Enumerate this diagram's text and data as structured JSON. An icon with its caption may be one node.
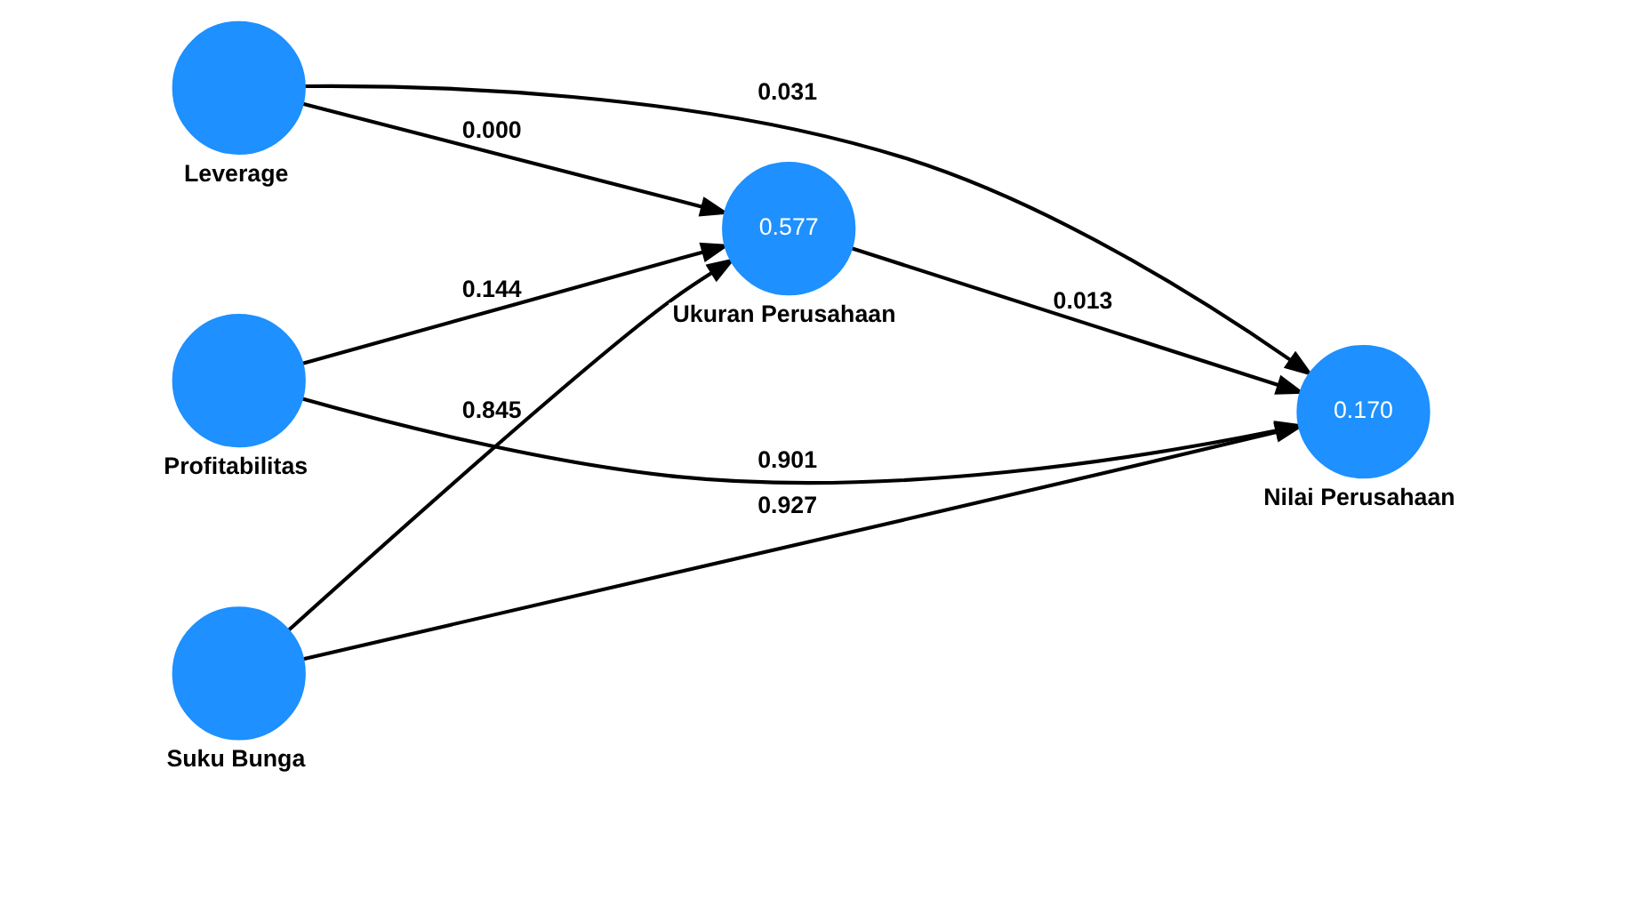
{
  "diagram": {
    "nodes": [
      {
        "text": [],
        "shape": "circle",
        "beside": [
          "Leverage"
        ]
      },
      {
        "text": [],
        "shape": "circle",
        "beside": [
          "Profitabilitas"
        ]
      },
      {
        "text": [],
        "shape": "circle",
        "beside": [
          "Suku Bunga"
        ]
      },
      {
        "text": [
          "0.577"
        ],
        "beside": [
          "Ukuran Perusahaan"
        ]
      },
      {
        "text": [
          "0.170"
        ],
        "beside": [
          "Nilai Perusahaan"
        ]
      }
    ],
    "edges": [
      {
        "from": 0,
        "to": 3,
        "arrow": "to",
        "label": "0.000"
      },
      {
        "from": 0,
        "to": 4,
        "arrow": "to",
        "label": "0.031"
      },
      {
        "from": 1,
        "to": 3,
        "arrow": "to",
        "label": "0.144"
      },
      {
        "from": 1,
        "to": 4,
        "arrow": "to",
        "label": "0.901"
      },
      {
        "from": 2,
        "to": 3,
        "arrow": "to",
        "label": "0.845"
      },
      {
        "from": 2,
        "to": 4,
        "arrow": "to",
        "label": "0.927"
      },
      {
        "from": 3,
        "to": 4,
        "arrow": "to",
        "label": "0.013"
      }
    ]
  }
}
